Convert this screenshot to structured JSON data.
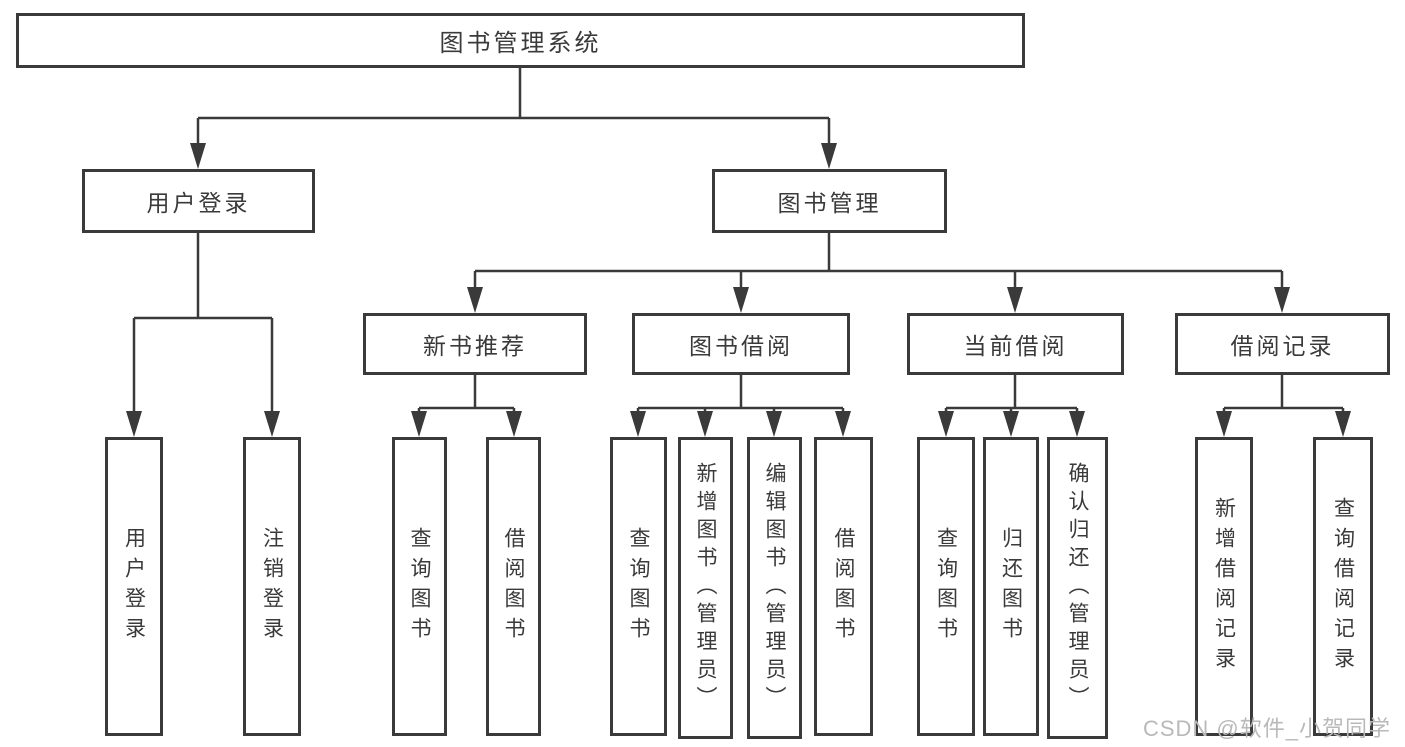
{
  "colors": {
    "line": "#3a3a3a",
    "box_border": "#3a3a3a",
    "text": "#3a3a3a",
    "watermark": "#b9b9b9",
    "background": "#ffffff"
  },
  "tree": {
    "label": "图书管理系统",
    "children": [
      {
        "label": "用户登录",
        "children": [
          {
            "label": "用户登录"
          },
          {
            "label": "注销登录"
          }
        ]
      },
      {
        "label": "图书管理",
        "children": [
          {
            "label": "新书推荐",
            "children": [
              {
                "label": "查询图书"
              },
              {
                "label": "借阅图书"
              }
            ]
          },
          {
            "label": "图书借阅",
            "children": [
              {
                "label": "查询图书"
              },
              {
                "label": "新增图书（管理员）"
              },
              {
                "label": "编辑图书（管理员）"
              },
              {
                "label": "借阅图书"
              }
            ]
          },
          {
            "label": "当前借阅",
            "children": [
              {
                "label": "查询图书"
              },
              {
                "label": "归还图书"
              },
              {
                "label": "确认归还（管理员）"
              }
            ]
          },
          {
            "label": "借阅记录",
            "children": [
              {
                "label": "新增借阅记录"
              },
              {
                "label": "查询借阅记录"
              }
            ]
          }
        ]
      }
    ]
  },
  "watermark": {
    "text": "CSDN @软件_小贺同学"
  }
}
